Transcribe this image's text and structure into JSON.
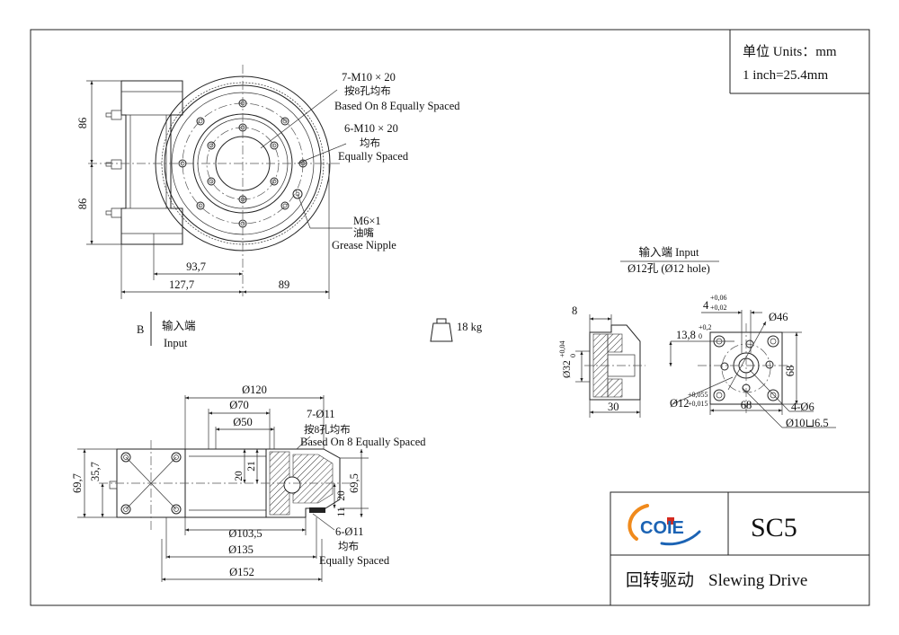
{
  "units": {
    "line1": "单位 Units：mm",
    "line2": "1 inch=25.4mm"
  },
  "top_view": {
    "dim_86_upper": "86",
    "dim_86_lower": "86",
    "dim_93_7": "93,7",
    "dim_127_7": "127,7",
    "dim_89": "89",
    "callout_7m10": {
      "l1": "7-M10 × 20",
      "l2": "按8孔均布",
      "l3": "Based On 8 Equally Spaced"
    },
    "callout_6m10": {
      "l1": "6-M10 × 20",
      "l2": "均布",
      "l3": "Equally Spaced"
    },
    "callout_m6": {
      "l1": "M6×1",
      "l2": "油嘴",
      "l3": "Grease Nipple"
    },
    "view_b": {
      "letter": "B",
      "cn": "输入端",
      "en": "Input"
    }
  },
  "weight": {
    "label": "18 kg"
  },
  "input_detail": {
    "title_cn": "输入端  Input",
    "title_sub": "Ø12孔  (Ø12 hole)",
    "dim_8": "8",
    "dim_32": "Ø32",
    "dim_32_tol_top": "+0,04",
    "dim_32_tol_bot": "0",
    "dim_30": "30",
    "dim_4": "4",
    "dim_4_tol_top": "+0,06",
    "dim_4_tol_bot": "+0,02",
    "dim_13_8": "13,8",
    "dim_13_8_tol_top": "+0,2",
    "dim_13_8_tol_bot": "0",
    "dim_46": "Ø46",
    "dim_68_v": "68",
    "dim_68_h": "68",
    "dim_12": "Ø12",
    "dim_12_tol_top": "+0,055",
    "dim_12_tol_bot": "+0,015",
    "dim_4_6": "4-Ø6",
    "dim_10": "Ø10⊔6.5"
  },
  "section_view": {
    "dim_120": "Ø120",
    "dim_70": "Ø70",
    "dim_50": "Ø50",
    "dim_7_11": {
      "l1": "7-Ø11",
      "l2": "按8孔均布",
      "l3": "Based On 8 Equally Spaced"
    },
    "dim_69_7": "69,7",
    "dim_35_7": "35,7",
    "dim_21": "21",
    "dim_20": "20",
    "dim_69_5": "69,5",
    "dim_11": "11",
    "dim_20b": "20",
    "dim_103_5": "Ø103,5",
    "dim_135": "Ø135",
    "dim_152": "Ø152",
    "dim_6_11": {
      "l1": "6-Ø11",
      "l2": "均布",
      "l3": "Equally Spaced"
    }
  },
  "title_block": {
    "logo_text": "COIE",
    "model": "SC5",
    "product_cn": "回转驱动",
    "product_en": "Slewing Drive"
  },
  "colors": {
    "logo_orange": "#f08a1c",
    "logo_blue": "#1b63b4",
    "logo_red": "#d42a1f"
  }
}
